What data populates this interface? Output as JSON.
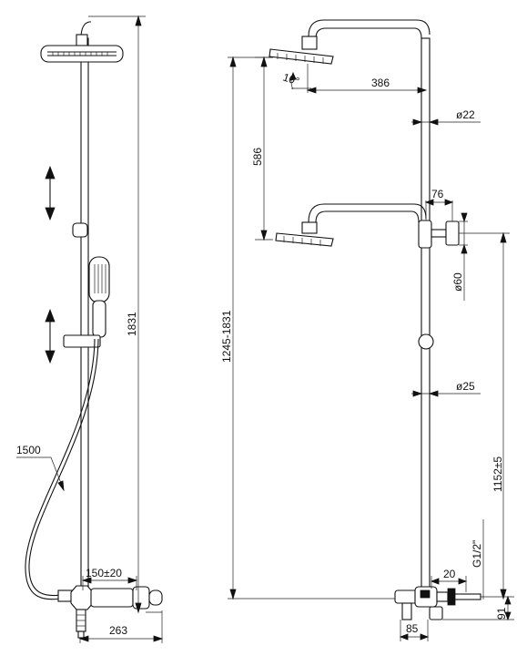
{
  "side_view": {
    "hose_length": "1500",
    "total_height": "1831",
    "bracket_spacing": "150±20",
    "projection": "263"
  },
  "front_view": {
    "arm_length": "386",
    "tilt_angle": "10°",
    "pipe_diameter_top": "ø22",
    "upper_head_offset": "586",
    "height_range": "1245-1831",
    "wall_bracket_offset": "76",
    "bracket_diameter": "ø60",
    "pipe_diameter_bottom": "ø25",
    "bracket_height": "1152±5",
    "thread_size": "G1/2\"",
    "inlet_offset": "20",
    "inlet_height": "91",
    "mixer_width": "85"
  }
}
